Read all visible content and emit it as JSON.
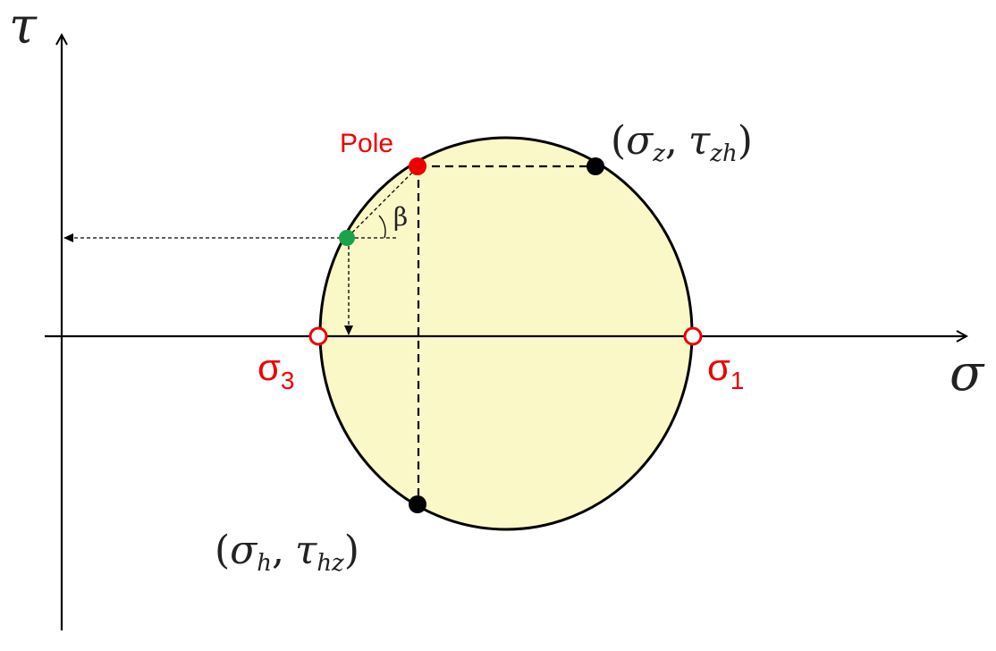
{
  "axes": {
    "tau_label": "τ",
    "sigma_label": "σ"
  },
  "pole_label": "Pole",
  "beta_label": "β",
  "sigma1_label": {
    "base": "σ",
    "sub": "1"
  },
  "sigma3_label": {
    "base": "σ",
    "sub": "3"
  },
  "point_zh_label": {
    "open": "(",
    "sigma": "σ",
    "sigma_sub": "z",
    "comma": ",",
    "tau": "τ",
    "tau_sub": "zh",
    "close": ")"
  },
  "point_hz_label": {
    "open": "(",
    "sigma": "σ",
    "sigma_sub": "h",
    "comma": ",",
    "tau": "τ",
    "tau_sub": "hz",
    "close": ")"
  },
  "colors": {
    "circle_fill": "#fbf8c8",
    "pole": "#ee0000",
    "principal_points": "#ee0000",
    "stress_points": "#000000",
    "plane_point": "#1aa34a",
    "labels_red": "#ee0000"
  }
}
